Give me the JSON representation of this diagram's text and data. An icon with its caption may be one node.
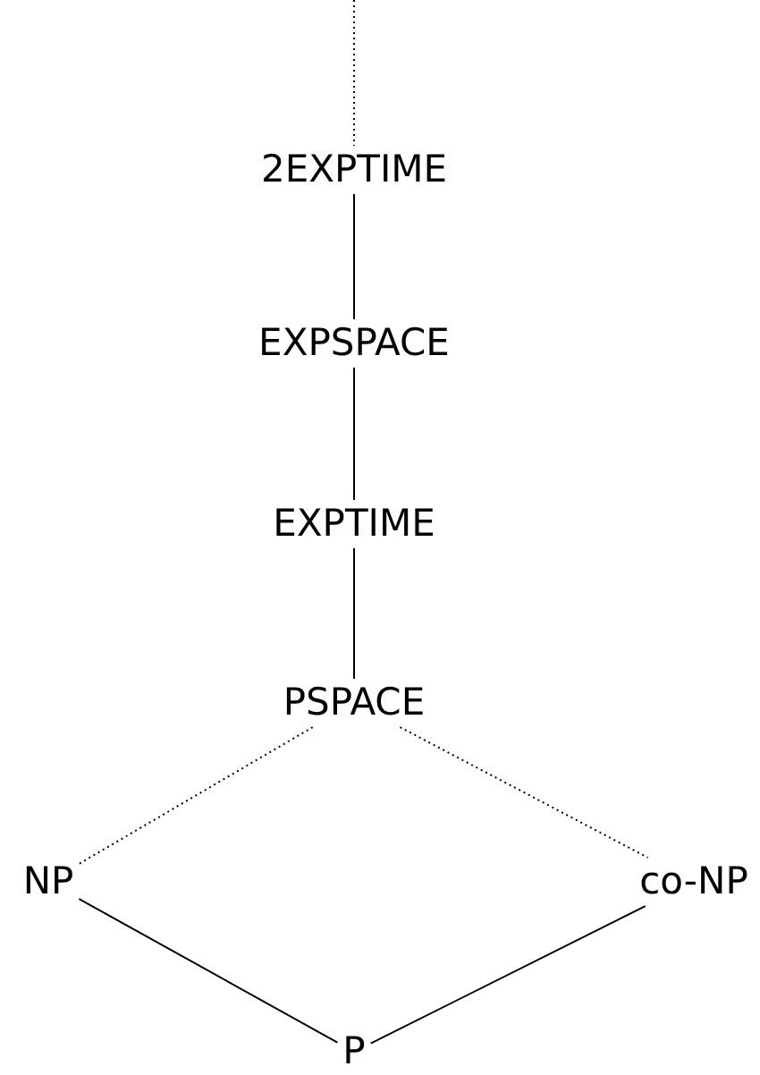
{
  "diagram": {
    "nodes": [
      {
        "text": [
          "2EXPTIME"
        ]
      },
      {
        "text": [
          "EXPSPACE"
        ]
      },
      {
        "text": [
          "EXPTIME"
        ]
      },
      {
        "text": [
          "PSPACE"
        ]
      },
      {
        "text": [
          "NP"
        ]
      },
      {
        "text": [
          "co-NP"
        ]
      },
      {
        "text": [
          "P"
        ]
      }
    ],
    "edges": [
      {
        "from": null,
        "to": 0,
        "arrow": "none",
        "style": "dashed"
      },
      {
        "from": 0,
        "to": 1,
        "arrow": "none"
      },
      {
        "from": 1,
        "to": 2,
        "arrow": "none"
      },
      {
        "from": 2,
        "to": 3,
        "arrow": "none"
      },
      {
        "from": 3,
        "to": 4,
        "arrow": "none",
        "style": "dashed"
      },
      {
        "from": 3,
        "to": 5,
        "arrow": "none",
        "style": "dashed"
      },
      {
        "from": 4,
        "to": 6,
        "arrow": "none"
      },
      {
        "from": 5,
        "to": 6,
        "arrow": "none"
      }
    ]
  }
}
